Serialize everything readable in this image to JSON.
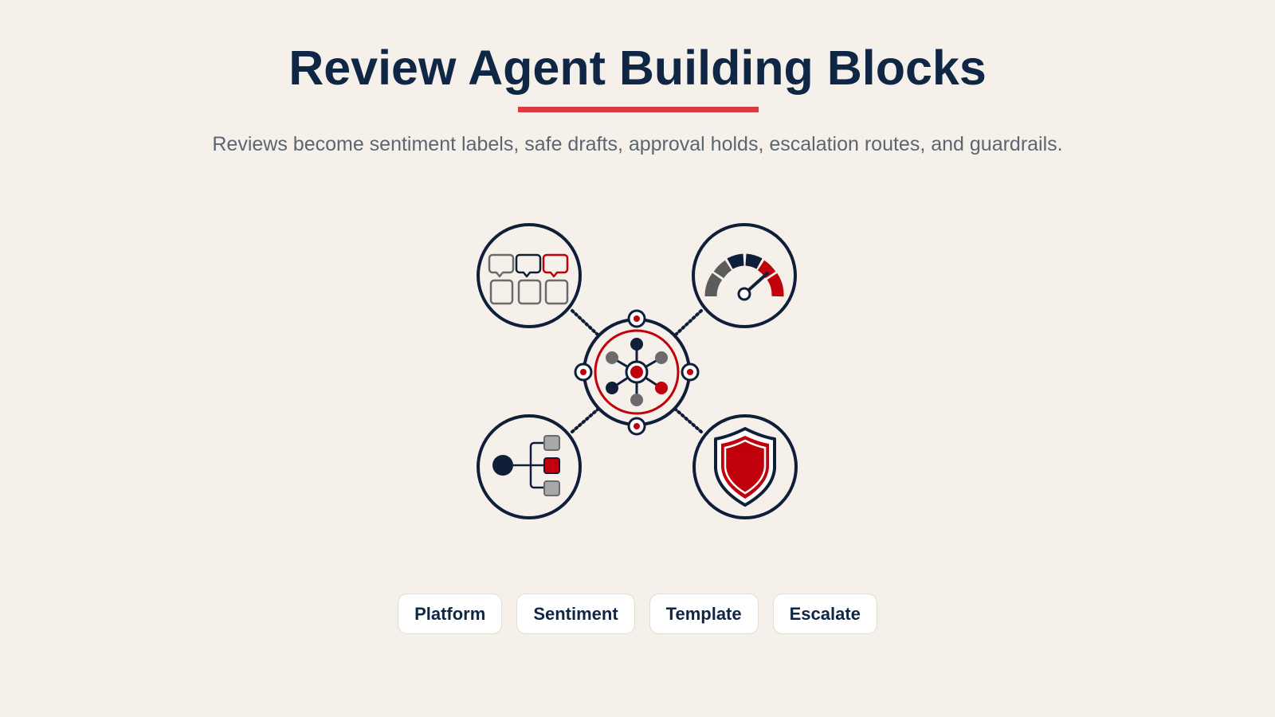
{
  "header": {
    "title": "Review Agent Building Blocks",
    "subtitle": "Reviews become sentiment labels, safe drafts, approval holds, escalation routes, and guardrails."
  },
  "diagram": {
    "hub": "network-hub-icon",
    "nodes": [
      "review-grid-icon",
      "gauge-meter-icon",
      "routing-tree-icon",
      "shield-icon"
    ]
  },
  "chips": [
    "Platform",
    "Sentiment",
    "Template",
    "Escalate"
  ],
  "colors": {
    "background": "#f5f1ea",
    "navy": "#0f2645",
    "accent": "#d93a45",
    "red": "#c0000a",
    "gray": "#6b6b6b"
  }
}
